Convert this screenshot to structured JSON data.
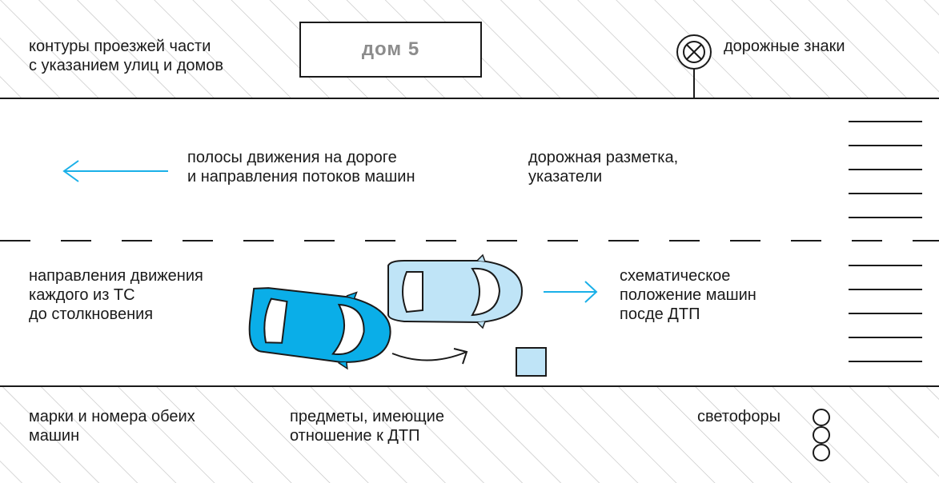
{
  "labels": {
    "road_outline": "контуры проезжей части\nс указанием улиц и домов",
    "house": "дом 5",
    "road_signs": "дорожные знаки",
    "lanes": "полосы движения на дороге\nи направления потоков машин",
    "markings": "дорожная разметка,\nуказатели",
    "vehicle_directions": "направления движения\nкаждого из ТС\nдо столкновения",
    "car_positions": "схематическое\nположение машин\nпосде ДТП",
    "car_plates": "марки и номера обеих\nмашин",
    "related_objects": "предметы, имеющие\nотношение к ДТП",
    "traffic_lights": "светофоры"
  },
  "colors": {
    "accent": "#1ab0e8",
    "car_dark": "#0aaee8",
    "car_light": "#bfe4f7",
    "object": "#bfe4f7",
    "line": "#1a1a1a",
    "hatch": "#bdbdbd"
  },
  "icons": [
    "no-stopping-sign-icon",
    "traffic-light-icon",
    "car-icon",
    "arrow-icon"
  ]
}
